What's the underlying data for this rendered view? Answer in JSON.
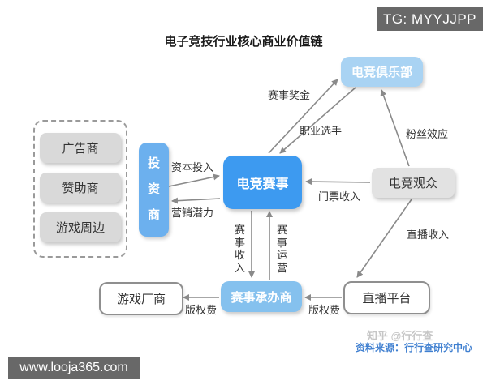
{
  "title": "电子竞技行业核心商业价值链",
  "badges": {
    "tg": "TG: MYYJJPP",
    "website": "www.looja365.com"
  },
  "nodes": {
    "advertiser": "广告商",
    "sponsor": "赞助商",
    "game_merch": "游戏周边",
    "investor": "投资商",
    "esports_event": "电竞赛事",
    "esports_club": "电竞俱乐部",
    "esports_audience": "电竞观众",
    "game_developer": "游戏厂商",
    "event_organizer": "赛事承办商",
    "streaming_platform": "直播平台"
  },
  "edges": {
    "capital_investment": "资本投入",
    "marketing_potential": "营销潜力",
    "event_prize": "赛事奖金",
    "pro_players": "职业选手",
    "fan_effect": "粉丝效应",
    "ticket_revenue": "门票收入",
    "event_revenue": "赛事收入",
    "event_operation": "赛事运营",
    "copyright_fee_left": "版权费",
    "copyright_fee_right": "版权费",
    "streaming_revenue": "直播收入"
  },
  "credits": {
    "watermark": "知乎 @行行查",
    "source": "资料来源：行行查研究中心"
  },
  "colors": {
    "event_blue": "#3d9af0",
    "investor_blue": "#6cb0ee",
    "organizer_blue": "#85c1ee",
    "club_blue": "#a9d3f3",
    "gray_node": "#d9d9d9",
    "audience_gray": "#e2e2e2",
    "arrow_gray": "#8a8a8a",
    "badge_gray": "#686868",
    "source_blue": "#3f7fd0"
  }
}
